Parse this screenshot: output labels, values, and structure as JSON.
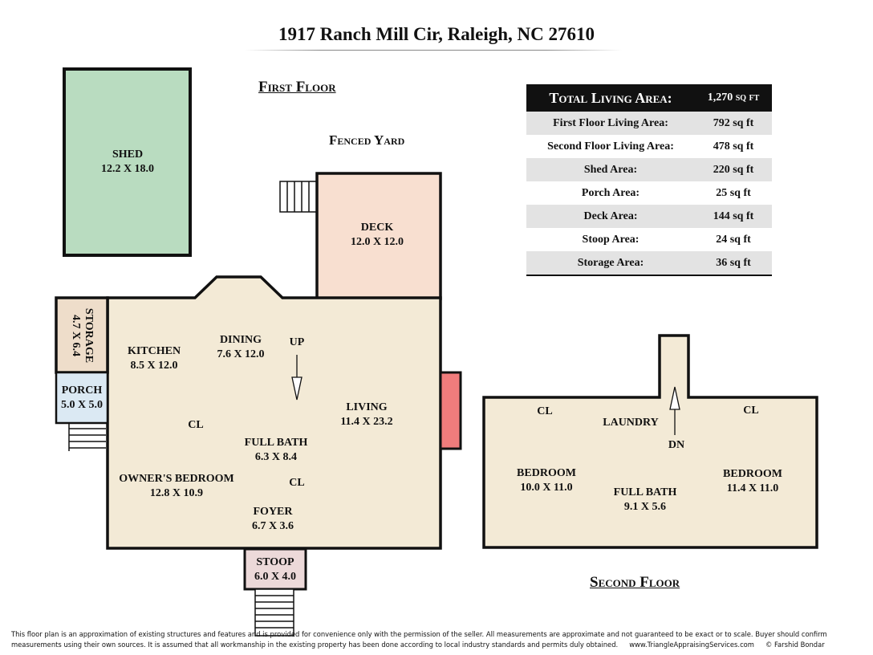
{
  "title": "1917 Ranch Mill Cir, Raleigh, NC 27610",
  "first_floor_label": "First Floor",
  "second_floor_label": "Second Floor",
  "fenced_yard_label": "Fenced Yard",
  "area_table": {
    "header": {
      "label": "Total Living Area:",
      "value": "1,270 sq ft"
    },
    "rows": [
      {
        "label": "First Floor Living Area:",
        "value": "792 sq ft"
      },
      {
        "label": "Second Floor Living Area:",
        "value": "478 sq ft"
      },
      {
        "label": "Shed Area:",
        "value": "220 sq ft"
      },
      {
        "label": "Porch Area:",
        "value": "25 sq ft"
      },
      {
        "label": "Deck Area:",
        "value": "144 sq ft"
      },
      {
        "label": "Stoop Area:",
        "value": "24 sq ft"
      },
      {
        "label": "Storage Area:",
        "value": "36 sq ft"
      }
    ]
  },
  "rooms": {
    "shed": {
      "name": "SHED",
      "dims": "12.2 X 18.0"
    },
    "deck": {
      "name": "DECK",
      "dims": "12.0 X 12.0"
    },
    "storage": {
      "name": "STORAGE",
      "dims": "4.7 X 6.4"
    },
    "porch": {
      "name": "PORCH",
      "dims": "5.0 X 5.0"
    },
    "kitchen": {
      "name": "KITCHEN",
      "dims": "8.5 X 12.0"
    },
    "dining": {
      "name": "DINING",
      "dims": "7.6 X 12.0"
    },
    "living": {
      "name": "LIVING",
      "dims": "11.4 X 23.2"
    },
    "full_bath_1": {
      "name": "FULL BATH",
      "dims": "6.3 X 8.4"
    },
    "owners_bedroom": {
      "name": "OWNER'S BEDROOM",
      "dims": "12.8 X 10.9"
    },
    "foyer": {
      "name": "FOYER",
      "dims": "6.7 X 3.6"
    },
    "stoop": {
      "name": "STOOP",
      "dims": "6.0 X 4.0"
    },
    "bedroom_left": {
      "name": "BEDROOM",
      "dims": "10.0 X 11.0"
    },
    "bedroom_right": {
      "name": "BEDROOM",
      "dims": "11.4 X 11.0"
    },
    "full_bath_2": {
      "name": "FULL BATH",
      "dims": "9.1 X 5.6"
    },
    "laundry": {
      "name": "LAUNDRY"
    }
  },
  "markers": {
    "up": "UP",
    "dn": "DN",
    "cl": "CL"
  },
  "colors": {
    "shed": "#b9dcc0",
    "deck": "#f8dfd0",
    "floor": "#f3ead6",
    "storage": "#eeddca",
    "porch": "#dbe9f3",
    "stoop": "#ecd9d9",
    "chimney": "#f07c7c"
  },
  "disclaimer": {
    "line1": "This floor plan is an approximation of existing structures and features and is provided for convenience only with the permission of the seller.  All measurements are approximate and not guaranteed to be exact or to scale.  Buyer should confirm",
    "line2": "measurements using their own sources.  It is assumed that all workmanship in the existing property has been done according to local industry standards and permits duly obtained.",
    "website": "www.TriangleAppraisingServices.com",
    "copyright": "© Farshid Bondar"
  }
}
